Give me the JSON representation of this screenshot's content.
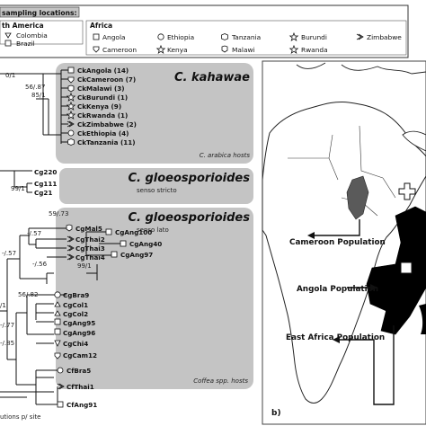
{
  "legend": {
    "title": "sampling locations:",
    "america_label": "th America",
    "america": [
      "Colombia",
      "Brazil"
    ],
    "africa_label": "Africa",
    "africa": [
      "Angola",
      "Ethiopia",
      "Tanzania",
      "Burundi",
      "Zimbabwe",
      "Cameroon",
      "Kenya",
      "Malawi",
      "Rwanda"
    ]
  },
  "clades": [
    {
      "title": "C. kahawae",
      "note": "C. arabica hosts",
      "taxa": [
        "CkAngola (14)",
        "CkCameroon (7)",
        "CkMalawi (3)",
        "CkBurundi (1)",
        "CkKenya (9)",
        "CkRwanda (1)",
        "CkZimbabwe (2)",
        "CkEthiopia (4)",
        "CkTanzania (11)"
      ],
      "support": [
        "56/.87",
        "85/1",
        "0/1"
      ]
    },
    {
      "title": "C. gloeosporioides",
      "note": "senso stricto",
      "taxa": [
        "Cg220",
        "Cg111",
        "Cg21"
      ],
      "support": [
        "99/1"
      ]
    },
    {
      "title": "C. gloeosporioides",
      "note": "senso lato",
      "host_note": "Coffea spp. hosts",
      "taxa": [
        "CgMal5",
        "CgThai2",
        "CgThai3",
        "CgThai4",
        "CgAng100",
        "CgAng40",
        "CgAng97",
        "CgBra9",
        "CgCol1",
        "CgCol2",
        "CgAng95",
        "CgAng96",
        "CgChi4",
        "CgCam12"
      ],
      "support": [
        "59/.73",
        "-/.57",
        "-/.57",
        "-/.56",
        "99/1",
        "56/.82",
        "-/.77",
        "-/.85",
        "/1"
      ]
    }
  ],
  "outgroup": {
    "taxa": [
      "CfBra5",
      "CfThai1",
      "CfAng91"
    ]
  },
  "scale_label": "utions p/ site",
  "map": {
    "panel_label": "b)",
    "populations": [
      "Cameroon Population",
      "Angola Population",
      "East Africa Population"
    ]
  },
  "colors": {
    "panel_fill": "#c4c4c4",
    "angola_fill": "#000000",
    "east_africa_fill": "#000000",
    "cameroon_fill": "#5a5a5a"
  }
}
